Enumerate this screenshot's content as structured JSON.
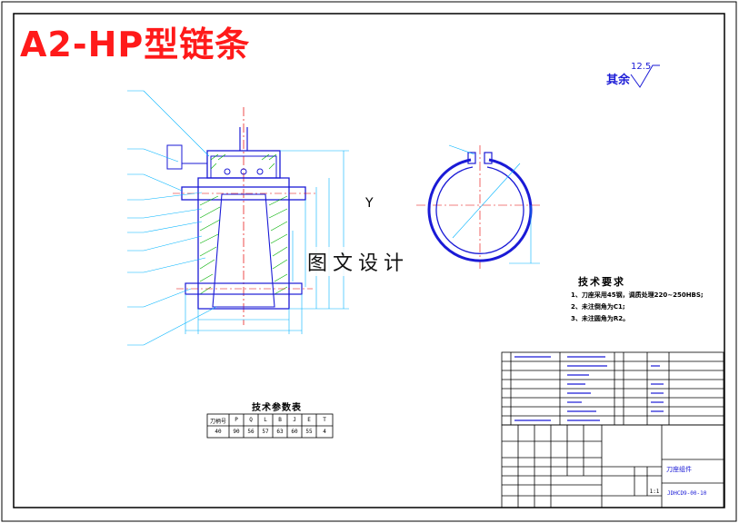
{
  "title": "A2-HP型链条",
  "watermark": "图文设计",
  "watermark_mark": "Y",
  "roughness": {
    "label": "其余",
    "value": "12.5"
  },
  "tech_requirements": {
    "title": "技术要求",
    "items": [
      "1、刀座采用45钢，调质处理220~250HBS;",
      "2、未注倒角为C1;",
      "3、未注圆角为R2。"
    ]
  },
  "param_table": {
    "title": "技术参数表",
    "headers": [
      "刀柄号",
      "P",
      "Q",
      "L",
      "B",
      "J",
      "E",
      "T"
    ],
    "values": [
      "40",
      "90",
      "56",
      "57",
      "63",
      "60",
      "55",
      "4"
    ]
  },
  "title_block": {
    "drawing_name": "刀座组件",
    "drawing_code": "JDHCD9-00-10",
    "scale": "1:1"
  },
  "colors": {
    "title": "#ff1a1a",
    "drawing_lines": "#1a1ad6",
    "leader_lines": "#00b4ff",
    "center_lines": "#e60000",
    "dimension_lines": "#00b4ff",
    "section_hatch": "#00b000"
  }
}
